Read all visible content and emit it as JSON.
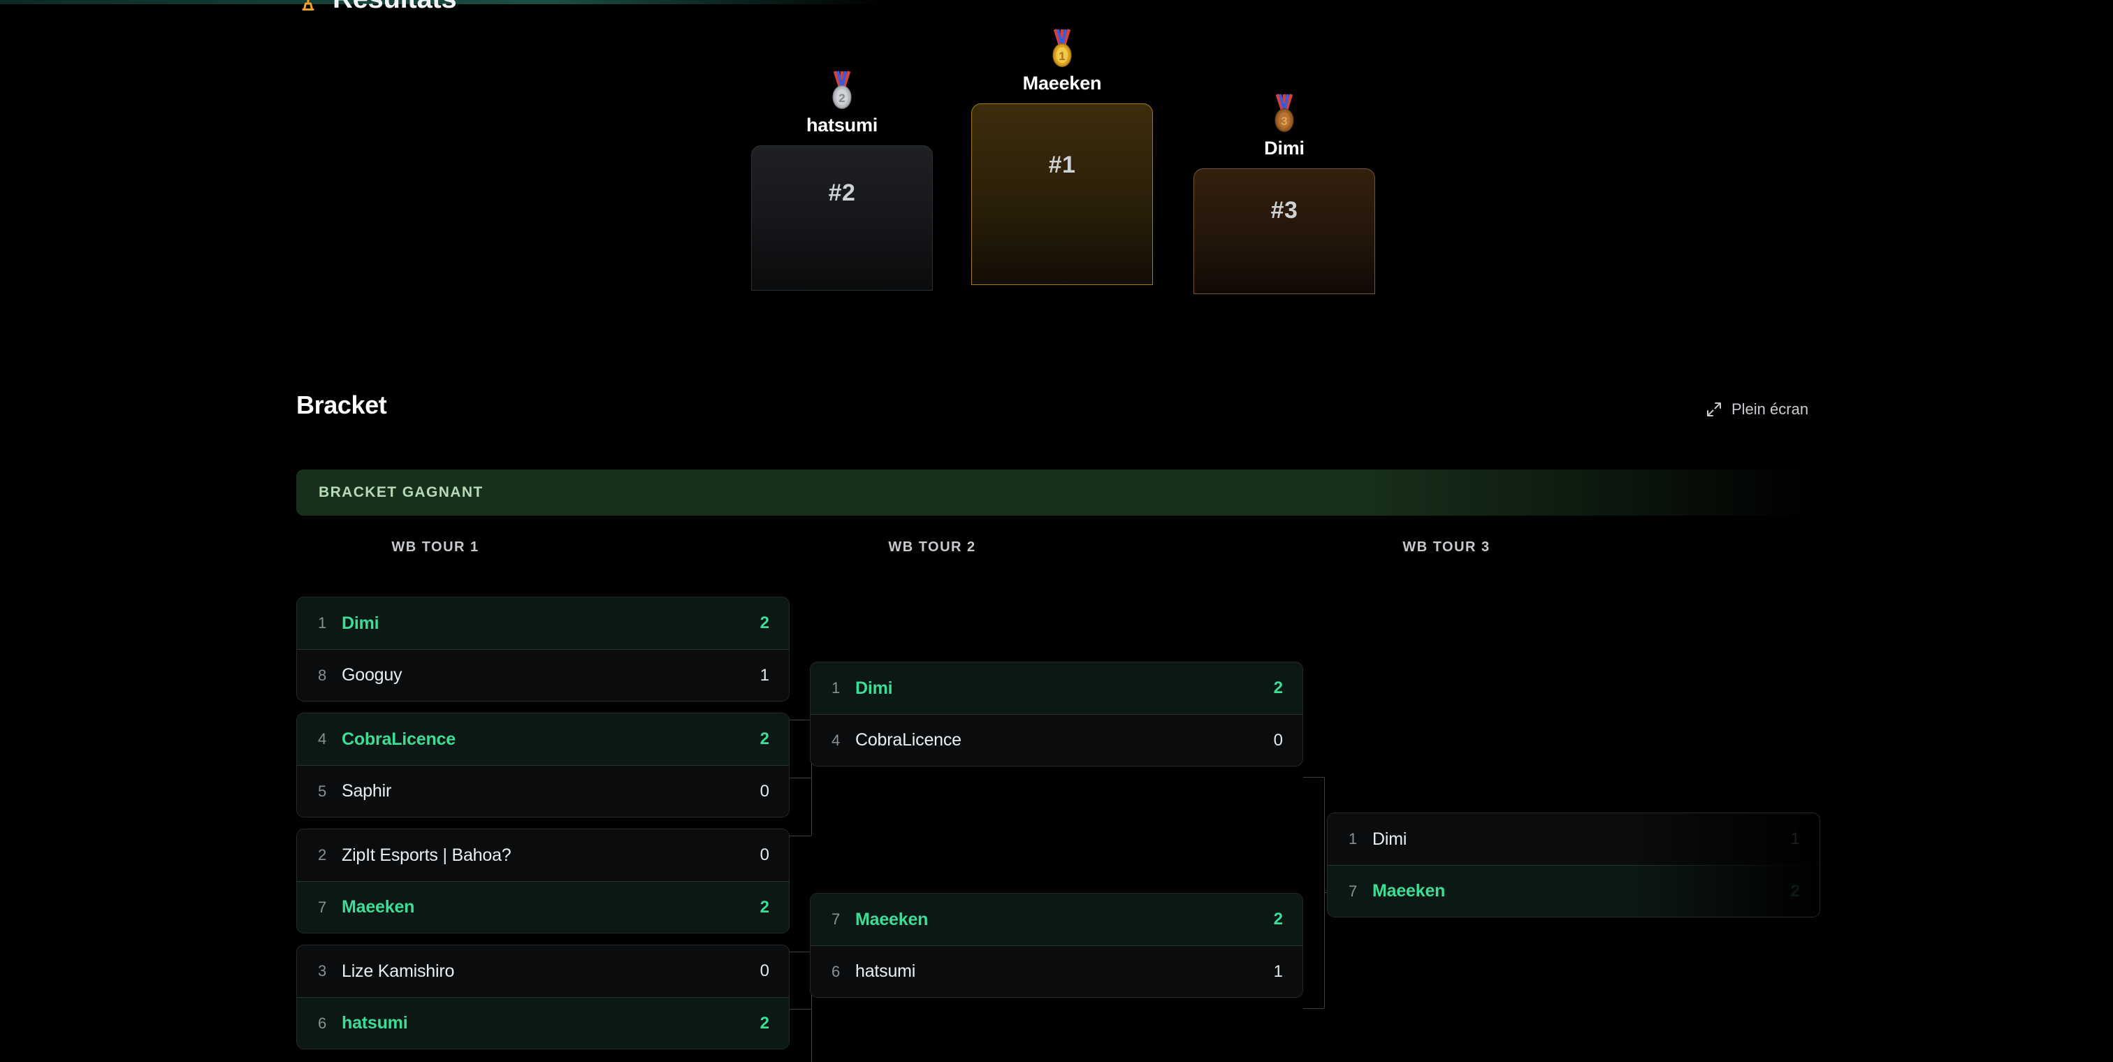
{
  "header": {
    "title": "Résultats",
    "trophy_icon": "trophy-icon"
  },
  "podium": {
    "places": [
      {
        "rank_label": "#2",
        "name": "hatsumi",
        "medal": "silver-medal-icon",
        "medal_number": "2"
      },
      {
        "rank_label": "#1",
        "name": "Maeeken",
        "medal": "gold-medal-icon",
        "medal_number": "1"
      },
      {
        "rank_label": "#3",
        "name": "Dimi",
        "medal": "bronze-medal-icon",
        "medal_number": "3"
      }
    ]
  },
  "bracket": {
    "title": "Bracket",
    "fullscreen_label": "Plein écran",
    "fullscreen_icon": "expand-arrows-icon",
    "banner_label": "BRACKET GAGNANT",
    "rounds": [
      {
        "label": "WB TOUR 1"
      },
      {
        "label": "WB TOUR 2"
      },
      {
        "label": "WB TOUR 3"
      }
    ],
    "matches": {
      "r1m1": {
        "top": {
          "seed": "1",
          "name": "Dimi",
          "score": "2",
          "winner": true
        },
        "bottom": {
          "seed": "8",
          "name": "Googuy",
          "score": "1",
          "winner": false
        }
      },
      "r1m2": {
        "top": {
          "seed": "4",
          "name": "CobraLicence",
          "score": "2",
          "winner": true
        },
        "bottom": {
          "seed": "5",
          "name": "Saphir",
          "score": "0",
          "winner": false
        }
      },
      "r1m3": {
        "top": {
          "seed": "2",
          "name": "ZipIt Esports | Bahoa?",
          "score": "0",
          "winner": false
        },
        "bottom": {
          "seed": "7",
          "name": "Maeeken",
          "score": "2",
          "winner": true
        }
      },
      "r1m4": {
        "top": {
          "seed": "3",
          "name": "Lize Kamishiro",
          "score": "0",
          "winner": false
        },
        "bottom": {
          "seed": "6",
          "name": "hatsumi",
          "score": "2",
          "winner": true
        }
      },
      "r2m1": {
        "top": {
          "seed": "1",
          "name": "Dimi",
          "score": "2",
          "winner": true
        },
        "bottom": {
          "seed": "4",
          "name": "CobraLicence",
          "score": "0",
          "winner": false
        }
      },
      "r2m2": {
        "top": {
          "seed": "7",
          "name": "Maeeken",
          "score": "2",
          "winner": true
        },
        "bottom": {
          "seed": "6",
          "name": "hatsumi",
          "score": "1",
          "winner": false
        }
      },
      "r3m1": {
        "top": {
          "seed": "1",
          "name": "Dimi",
          "score": "1",
          "winner": false
        },
        "bottom": {
          "seed": "7",
          "name": "Maeeken",
          "score": "2",
          "winner": true
        }
      }
    }
  },
  "colors": {
    "winner_text": "#3ddc97",
    "winner_row_bg": "#0c1813",
    "banner_bg": "#18301b",
    "banner_text": "#b7d9b5",
    "gold": "#a9791a",
    "silver": "#2c3034",
    "bronze": "#7d5228",
    "trophy": "#f0a22a"
  }
}
